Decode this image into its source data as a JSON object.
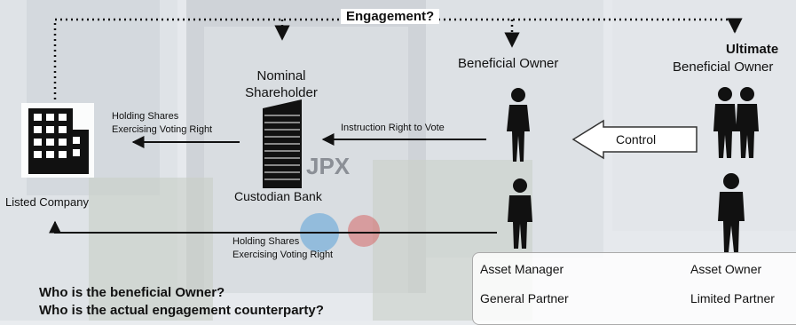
{
  "diagram": {
    "engagement_label": "Engagement?",
    "nominal_shareholder": "Nominal\nShareholder",
    "beneficial_owner": "Beneficial Owner",
    "ultimate_title": "Ultimate",
    "ultimate_sub": "Beneficial Owner",
    "listed_company": "Listed Company",
    "custodian_bank": "Custodian Bank",
    "holding_top_1": "Holding Shares",
    "holding_top_2": "Exercising Voting Right",
    "instruction": "Instruction Right to Vote",
    "control": "Control",
    "holding_bottom_1": "Holding Shares",
    "holding_bottom_2": "Exercising Voting Right",
    "jpx_logo": "JPX",
    "panel": {
      "left_top": "Asset Manager",
      "left_bottom": "General Partner",
      "right_top": "Asset Owner",
      "right_bottom": "Limited Partner"
    },
    "questions": [
      "Who is the beneficial Owner?",
      "Who is the actual engagement counterparty?"
    ]
  },
  "colors": {
    "background": "#e9ecef",
    "building": "#c9cdd2",
    "ink": "#111111"
  }
}
